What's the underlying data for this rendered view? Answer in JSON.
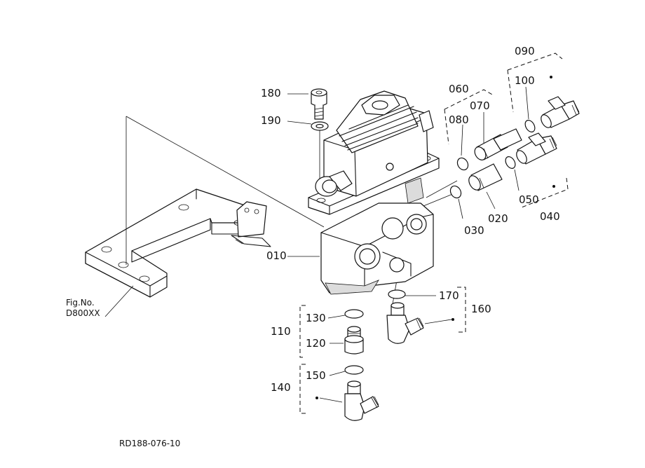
{
  "part_labels": {
    "p010": "010",
    "p020": "020",
    "p030": "030",
    "p040": "040",
    "p050": "050",
    "p060": "060",
    "p070": "070",
    "p080": "080",
    "p090": "090",
    "p100": "100",
    "p110": "110",
    "p120": "120",
    "p130": "130",
    "p140": "140",
    "p150": "150",
    "p160": "160",
    "p170": "170",
    "p180": "180",
    "p190": "190"
  },
  "figure_ref": {
    "line1": "Fig.No.",
    "line2": "D800XX"
  },
  "drawing_number": "RD188-076-10"
}
